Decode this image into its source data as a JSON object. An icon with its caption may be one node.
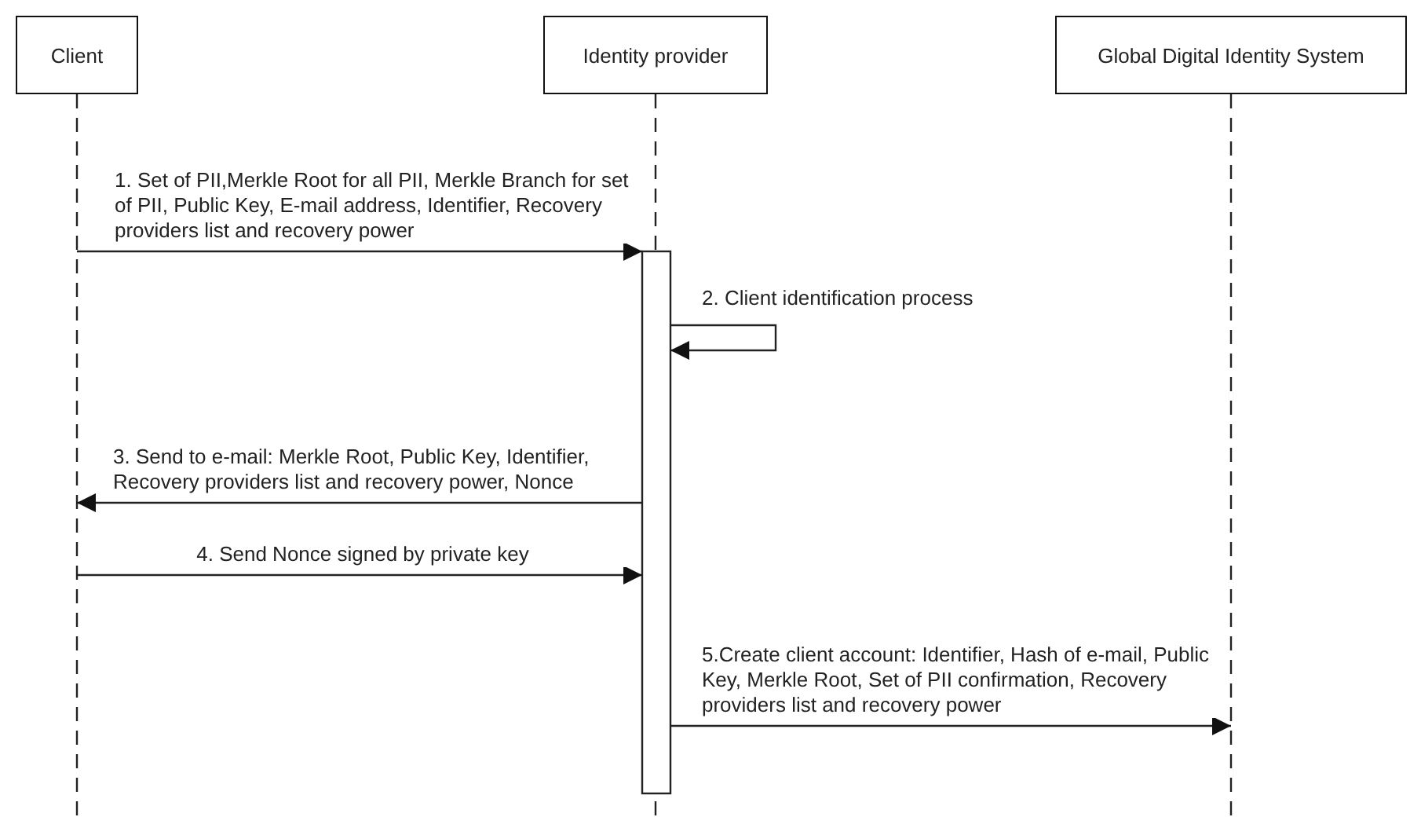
{
  "diagram": {
    "nodes": [
      {
        "text": [
          "Client"
        ]
      },
      {
        "text": [
          "Identity provider"
        ]
      },
      {
        "text": [
          "Global Digital Identity System"
        ]
      }
    ],
    "edges": [
      {
        "from": 0,
        "to": 1,
        "arrow": "to",
        "label": "1. Set of PII,Merkle Root for all PII, Merkle Branch for set of PII, Public Key, E-mail address, Identifier, Recovery providers list and recovery power"
      },
      {
        "from": 1,
        "to": 1,
        "arrow": "to",
        "label": "2. Client identification process"
      },
      {
        "from": 1,
        "to": 0,
        "arrow": "to",
        "label": "3. Send to e-mail: Merkle Root, Public Key, Identifier, Recovery providers list and recovery power, Nonce"
      },
      {
        "from": 0,
        "to": 1,
        "arrow": "to",
        "label": "4. Send Nonce signed by private key"
      },
      {
        "from": 1,
        "to": 2,
        "arrow": "to",
        "label": "5.Create client account: Identifier, Hash of e-mail, Public Key, Merkle Root, Set of PII confirmation, Recovery providers list and recovery power"
      }
    ]
  }
}
